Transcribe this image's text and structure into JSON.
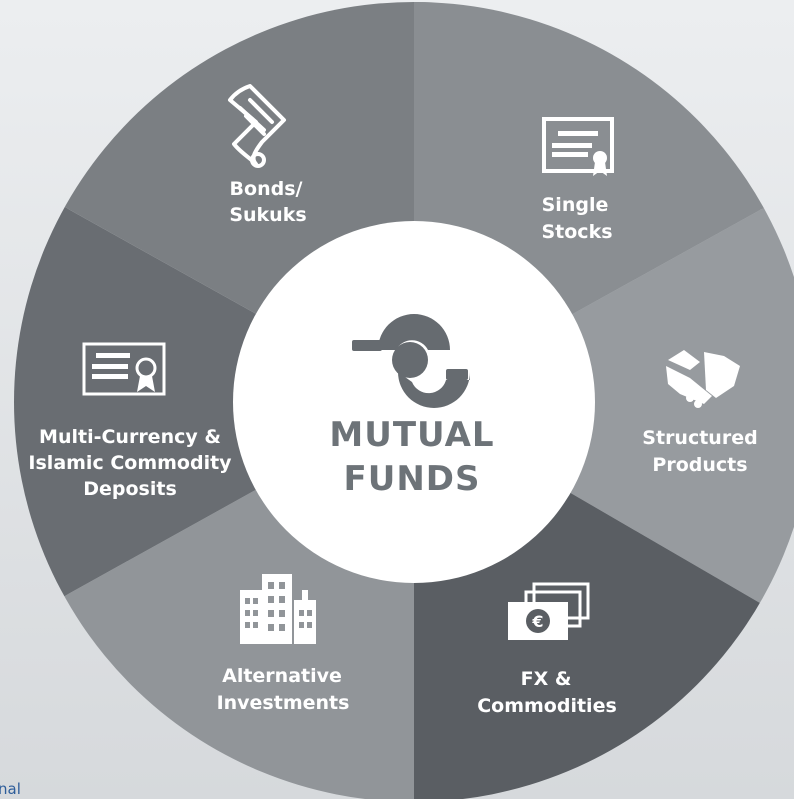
{
  "center": {
    "title_line1": "MUTUAL",
    "title_line2": "FUNDS",
    "icon": "mutual-funds-icon"
  },
  "segments": [
    {
      "id": "single-stocks",
      "lines": [
        "Single",
        "Stocks"
      ],
      "icon": "certificate-icon",
      "color": "#8a8e92"
    },
    {
      "id": "structured-products",
      "lines": [
        "Structured",
        "Products"
      ],
      "icon": "handshake-icon",
      "color": "#979b9f"
    },
    {
      "id": "fx-commodities",
      "lines": [
        "FX &",
        "Commodities"
      ],
      "icon": "banknotes-icon",
      "color": "#5a5e63"
    },
    {
      "id": "alternative-investments",
      "lines": [
        "Alternative",
        "Investments"
      ],
      "icon": "buildings-icon",
      "color": "#919599"
    },
    {
      "id": "multi-currency-deposits",
      "lines": [
        "Multi-Currency &",
        "Islamic Commodity",
        "Deposits"
      ],
      "icon": "diploma-icon",
      "color": "#696d72"
    },
    {
      "id": "bonds-sukuks",
      "lines": [
        "Bonds/",
        "Sukuks"
      ],
      "icon": "scroll-icon",
      "color": "#7b7f83"
    }
  ],
  "footer_fragment": "nal"
}
